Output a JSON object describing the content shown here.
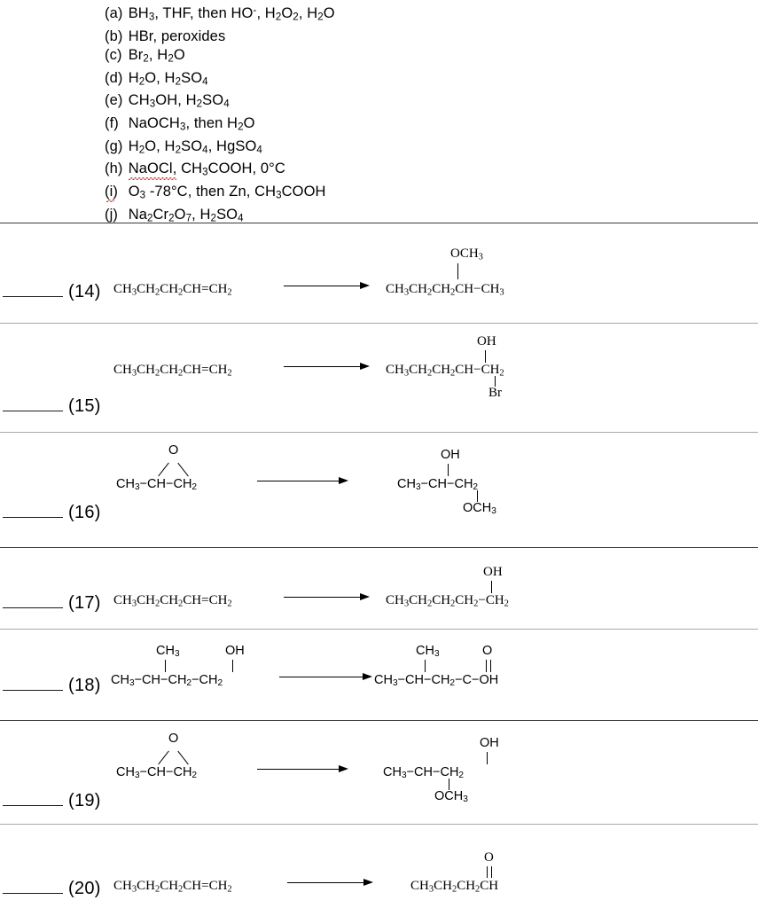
{
  "reagents": [
    {
      "tag": "(a)",
      "html": "BH<sub>3</sub>, THF, then HO<sup>-</sup>, H<sub>2</sub>O<sub>2</sub>, H<sub>2</sub>O",
      "text": "BH3, THF, then HO-, H2O2, H2O"
    },
    {
      "tag": "(b)",
      "html": "HBr, peroxides",
      "text": "HBr, peroxides"
    },
    {
      "tag": "(c)",
      "html": "Br<sub>2</sub>, H<sub>2</sub>O",
      "text": "Br2, H2O"
    },
    {
      "tag": "(d)",
      "html": "H<sub>2</sub>O, H<sub>2</sub>SO<sub>4</sub>",
      "text": "H2O, H2SO4"
    },
    {
      "tag": "(e)",
      "html": "CH<sub>3</sub>OH, H<sub>2</sub>SO<sub>4</sub>",
      "text": "CH3OH, H2SO4"
    },
    {
      "tag": "(f)",
      "html": "NaOCH<sub>3</sub>, then H<sub>2</sub>O",
      "text": "NaOCH3, then H2O"
    },
    {
      "tag": "(g)",
      "html": "H<sub>2</sub>O, H<sub>2</sub>SO<sub>4</sub>, HgSO<sub>4</sub>",
      "text": "H2O, H2SO4, HgSO4"
    },
    {
      "tag": "(h)",
      "html": "<span class=\"spell-error\">NaOCl,</span> CH<sub>3</sub>COOH, 0&deg;C",
      "text": "NaOCl, CH3COOH, 0°C",
      "spellcheck_flagged": "NaOCl,"
    },
    {
      "tag": "(i)",
      "html": "O<sub>3</sub> -78&deg;C, then Zn, CH<sub>3</sub>COOH",
      "text": "O3 -78°C, then Zn, CH3COOH",
      "spellcheck_flagged": "(i)"
    },
    {
      "tag": "(j)",
      "html": "Na<sub>2</sub>Cr<sub>2</sub>O<sub>7</sub>, H<sub>2</sub>SO<sub>4</sub>",
      "text": "Na2Cr2O7, H2SO4"
    }
  ],
  "problems": [
    {
      "number": "(14)",
      "reactant": {
        "main": "CH<sub>3</sub>CH<sub>2</sub>CH<sub>2</sub>CH=CH<sub>2</sub>",
        "text": "CH3CH2CH2CH=CH2"
      },
      "product": {
        "main": "CH<sub>3</sub>CH<sub>2</sub>CH<sub>2</sub>CH&#8722;CH<sub>3</sub>",
        "above": "OCH<sub>3</sub>",
        "above_text": "OCH3",
        "text": "CH3CH2CH2CH(OCH3)CH3"
      }
    },
    {
      "number": "(15)",
      "reactant": {
        "main": "CH<sub>3</sub>CH<sub>2</sub>CH<sub>2</sub>CH=CH<sub>2</sub>",
        "text": "CH3CH2CH2CH=CH2"
      },
      "product": {
        "main": "CH<sub>3</sub>CH<sub>2</sub>CH<sub>2</sub>CH&#8722;CH<sub>2</sub>",
        "above": "OH",
        "below": "Br",
        "text": "CH3CH2CH2CH(OH)CH2Br"
      }
    },
    {
      "number": "(16)",
      "reactant": {
        "main": "CH<sub>3</sub>&#8722;CH&#8722;CH<sub>2</sub>",
        "apex": "O",
        "text": "CH3-CH-CH2 epoxide"
      },
      "product": {
        "main": "CH<sub>3</sub>&#8722;CH&#8722;CH<sub>2</sub>",
        "above": "OH",
        "below": "OCH<sub>3</sub>",
        "below_text": "OCH3",
        "text": "CH3-CH(OH)-CH2-OCH3"
      }
    },
    {
      "number": "(17)",
      "reactant": {
        "main": "CH<sub>3</sub>CH<sub>2</sub>CH<sub>2</sub>CH=CH<sub>2</sub>",
        "text": "CH3CH2CH2CH=CH2"
      },
      "product": {
        "main": "CH<sub>3</sub>CH<sub>2</sub>CH<sub>2</sub>CH<sub>2</sub>&#8722;CH<sub>2</sub>",
        "above": "OH",
        "text": "CH3CH2CH2CH2CH2OH"
      }
    },
    {
      "number": "(18)",
      "reactant": {
        "main": "CH<sub>3</sub>&#8722;CH&#8722;CH<sub>2</sub>&#8722;CH<sub>2</sub>",
        "above_left": "CH<sub>3</sub>",
        "above_left_text": "CH3",
        "above_right": "OH",
        "text": "CH3-CH(CH3)-CH2-CH2-OH"
      },
      "product": {
        "main": "CH<sub>3</sub>&#8722;CH&#8722;CH<sub>2</sub>&#8722;C&#8722;OH",
        "above_left": "CH<sub>3</sub>",
        "above_left_text": "CH3",
        "above_right": "O",
        "text": "CH3-CH(CH3)-CH2-COOH"
      }
    },
    {
      "number": "(19)",
      "reactant": {
        "main": "CH<sub>3</sub>&#8722;CH&#8722;CH<sub>2</sub>",
        "apex": "O",
        "text": "CH3-CH-CH2 epoxide"
      },
      "product": {
        "main": "CH<sub>3</sub>&#8722;CH&#8722;CH<sub>2</sub>",
        "above": "OH",
        "below": "OCH<sub>3</sub>",
        "below_text": "OCH3",
        "text": "CH3-CH(OCH3)-CH2-OH"
      }
    },
    {
      "number": "(20)",
      "reactant": {
        "main": "CH<sub>3</sub>CH<sub>2</sub>CH<sub>2</sub>CH=CH<sub>2</sub>",
        "text": "CH3CH2CH2CH=CH2"
      },
      "product": {
        "main": "CH<sub>3</sub>CH<sub>2</sub>CH<sub>2</sub>CH",
        "above": "O",
        "text": "CH3CH2CH2CHO"
      }
    }
  ]
}
